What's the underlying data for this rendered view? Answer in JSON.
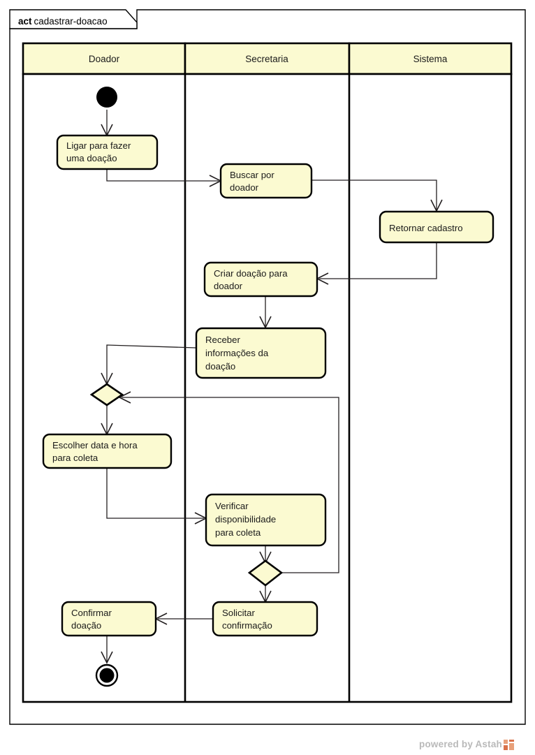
{
  "diagram": {
    "tab_keyword": "act",
    "tab_name": "cadastrar-doacao",
    "kind": "uml-activity-diagram"
  },
  "lanes": [
    {
      "id": "doador",
      "label": "Doador"
    },
    {
      "id": "secretaria",
      "label": "Secretaria"
    },
    {
      "id": "sistema",
      "label": "Sistema"
    }
  ],
  "nodes": {
    "initial": {
      "type": "initial-node",
      "lane": "doador"
    },
    "ligar": {
      "type": "action",
      "lane": "doador",
      "line1": "Ligar para fazer",
      "line2": "uma doação"
    },
    "buscar": {
      "type": "action",
      "lane": "secretaria",
      "line1": "Buscar por",
      "line2": "doador"
    },
    "retornar": {
      "type": "action",
      "lane": "sistema",
      "line1": "Retornar cadastro",
      "line2": ""
    },
    "criar": {
      "type": "action",
      "lane": "secretaria",
      "line1": "Criar doação para",
      "line2": "doador"
    },
    "receber": {
      "type": "action",
      "lane": "secretaria",
      "line1": "Receber",
      "line2": "informações da",
      "line3": "doação"
    },
    "merge1": {
      "type": "decision-node",
      "lane": "doador"
    },
    "escolher": {
      "type": "action",
      "lane": "doador",
      "line1": "Escolher data e hora",
      "line2": "para coleta"
    },
    "verificar": {
      "type": "action",
      "lane": "secretaria",
      "line1": "Verificar",
      "line2": "disponibilidade",
      "line3": "para coleta"
    },
    "decision2": {
      "type": "decision-node",
      "lane": "secretaria"
    },
    "solicitar": {
      "type": "action",
      "lane": "secretaria",
      "line1": "Solicitar",
      "line2": "confirmação"
    },
    "confirmar": {
      "type": "action",
      "lane": "doador",
      "line1": "Confirmar",
      "line2": "doação"
    },
    "final": {
      "type": "final-node",
      "lane": "doador"
    }
  },
  "flows": [
    {
      "from": "initial",
      "to": "ligar"
    },
    {
      "from": "ligar",
      "to": "buscar"
    },
    {
      "from": "buscar",
      "to": "retornar"
    },
    {
      "from": "retornar",
      "to": "criar"
    },
    {
      "from": "criar",
      "to": "receber"
    },
    {
      "from": "receber",
      "to": "merge1"
    },
    {
      "from": "merge1",
      "to": "escolher"
    },
    {
      "from": "escolher",
      "to": "verificar"
    },
    {
      "from": "verificar",
      "to": "decision2"
    },
    {
      "from": "decision2",
      "to": "merge1"
    },
    {
      "from": "decision2",
      "to": "solicitar"
    },
    {
      "from": "solicitar",
      "to": "confirmar"
    },
    {
      "from": "confirmar",
      "to": "final"
    }
  ],
  "colors": {
    "node_fill": "#fbfad1",
    "node_stroke": "#000000",
    "flow_stroke": "#231f20",
    "canvas": "#ffffff",
    "watermark_text": "#b9b9b9",
    "watermark_logo": "#d9714a"
  },
  "footer": {
    "watermark": "powered by Astah"
  }
}
